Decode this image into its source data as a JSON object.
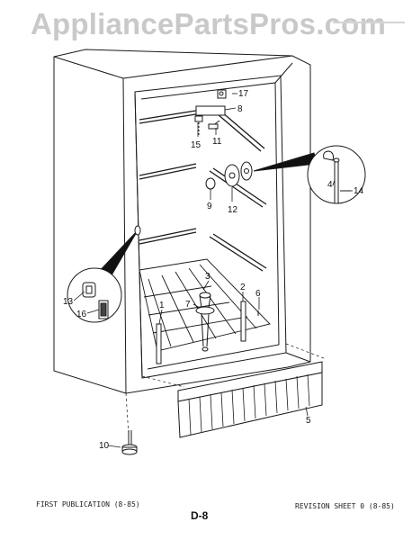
{
  "watermark": "AppliancePartsPros.com",
  "footer": {
    "left": "FIRST PUBLICATION (8-85)",
    "center": "D-8",
    "right": "REVISION SHEET 0 (8-85)"
  },
  "callouts": {
    "c1": "1",
    "c2": "2",
    "c3": "3",
    "c4": "4",
    "c5": "5",
    "c6": "6",
    "c7": "7",
    "c8": "8",
    "c9": "9",
    "c10": "10",
    "c11": "11",
    "c12": "12",
    "c13": "13",
    "c14": "14",
    "c15": "15",
    "c16": "16",
    "c17": "17"
  }
}
